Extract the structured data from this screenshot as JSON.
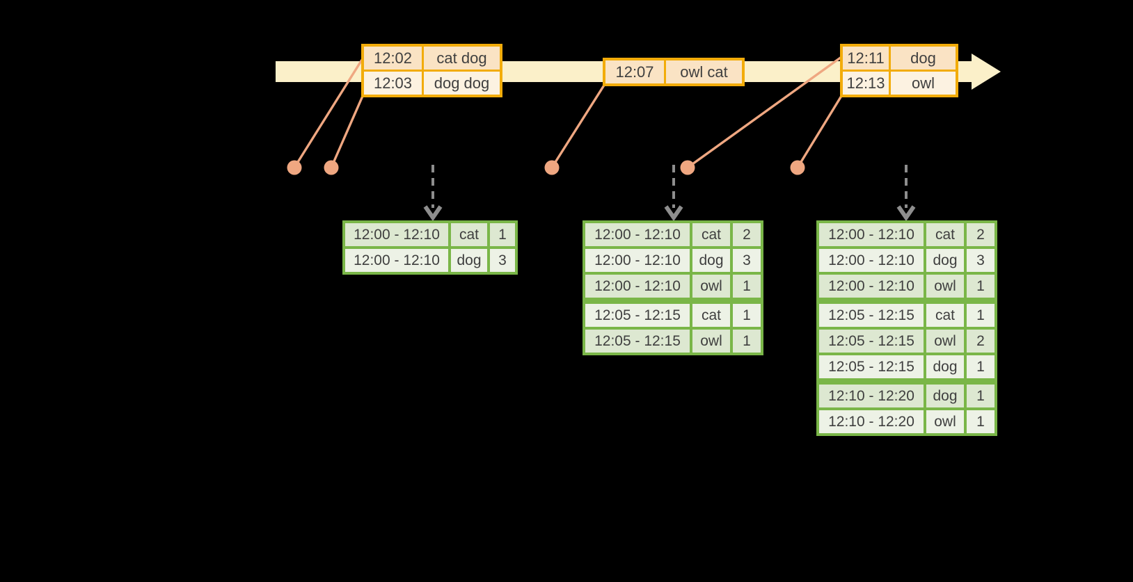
{
  "colors": {
    "background": "#000000",
    "timeline": "#FBF0C9",
    "event_border": "#F2AC0A",
    "event_row_dark": "#FAE3C4",
    "event_row_light": "#FCF2E1",
    "marker": "#EFA781",
    "trigger_arrow": "#8E8E8E",
    "result_border": "#7AB648",
    "result_row_dark": "#DDE8D1",
    "result_row_light": "#EDF2E6",
    "text": "#3F3F3F"
  },
  "event_tables": [
    {
      "rows": [
        {
          "time": "12:02",
          "words": "cat dog"
        },
        {
          "time": "12:03",
          "words": "dog dog"
        }
      ]
    },
    {
      "rows": [
        {
          "time": "12:07",
          "words": "owl cat"
        }
      ]
    },
    {
      "rows": [
        {
          "time": "12:11",
          "words": "dog"
        },
        {
          "time": "12:13",
          "words": "owl"
        }
      ]
    }
  ],
  "result_tables": [
    {
      "groups": [
        {
          "rows": [
            {
              "window": "12:00 - 12:10",
              "word": "cat",
              "count": "1"
            },
            {
              "window": "12:00 - 12:10",
              "word": "dog",
              "count": "3"
            }
          ]
        }
      ]
    },
    {
      "groups": [
        {
          "rows": [
            {
              "window": "12:00 - 12:10",
              "word": "cat",
              "count": "2"
            },
            {
              "window": "12:00 - 12:10",
              "word": "dog",
              "count": "3"
            },
            {
              "window": "12:00 - 12:10",
              "word": "owl",
              "count": "1"
            }
          ]
        },
        {
          "rows": [
            {
              "window": "12:05 - 12:15",
              "word": "cat",
              "count": "1"
            },
            {
              "window": "12:05 - 12:15",
              "word": "owl",
              "count": "1"
            }
          ]
        }
      ]
    },
    {
      "groups": [
        {
          "rows": [
            {
              "window": "12:00 - 12:10",
              "word": "cat",
              "count": "2"
            },
            {
              "window": "12:00 - 12:10",
              "word": "dog",
              "count": "3"
            },
            {
              "window": "12:00 - 12:10",
              "word": "owl",
              "count": "1"
            }
          ]
        },
        {
          "rows": [
            {
              "window": "12:05 - 12:15",
              "word": "cat",
              "count": "1"
            },
            {
              "window": "12:05 - 12:15",
              "word": "owl",
              "count": "2"
            },
            {
              "window": "12:05 - 12:15",
              "word": "dog",
              "count": "1"
            }
          ]
        },
        {
          "rows": [
            {
              "window": "12:10 - 12:20",
              "word": "dog",
              "count": "1"
            },
            {
              "window": "12:10 - 12:20",
              "word": "owl",
              "count": "1"
            }
          ]
        }
      ]
    }
  ]
}
